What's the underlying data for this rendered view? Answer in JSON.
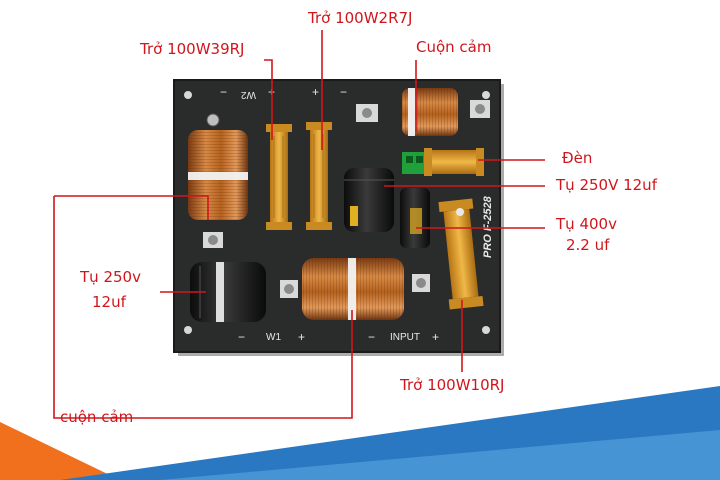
{
  "labels": {
    "tro_39": "Trở 100W39RJ",
    "tro_2r7": "Trở 100W2R7J",
    "cuon_cam_top": "Cuộn cảm",
    "den": "Đèn",
    "tu_250_right": "Tụ 250V 12uf",
    "tu_400_line1": "Tụ 400v",
    "tu_400_line2": "2.2 uf",
    "tu_250_left_line1": "Tụ 250v",
    "tu_250_left_line2": "12uf",
    "tro_10r": "Trở 100W10RJ",
    "cuon_cam_bottom": "cuộn cảm"
  },
  "board": {
    "w2_label": "W2",
    "w1_label": "W1",
    "input_label": "INPUT",
    "model_label": "PRO F-2528",
    "plus": "+",
    "minus": "−"
  },
  "colors": {
    "accent_red": "#d0161c",
    "pcb": "#2a2c2b",
    "copper": "#c06a2a",
    "resistor_gold": "#e2a12c",
    "corner_orange": "#f0701e",
    "corner_blue": "#2a78c2"
  }
}
